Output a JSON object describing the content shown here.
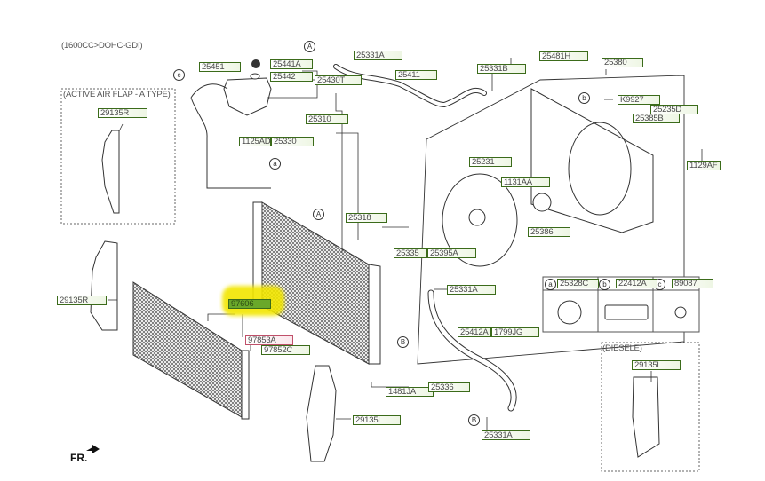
{
  "diagram": {
    "engine_note": "(1600CC>DOHC-GDI)",
    "groups": {
      "active_air_flap": "(ACTIVE AIR FLAP - A TYPE)",
      "diesel": "(DIESELE)",
      "fr_marker": "FR."
    },
    "highlight_color": "#f2e600",
    "label_border_color": "#3b6b1a",
    "labels": {
      "p25451": "25451",
      "p25441A": "25441A",
      "p25442": "25442",
      "p25430T": "25430T",
      "p25331A_top": "25331A",
      "p25411": "25411",
      "p25481H": "25481H",
      "p25331B": "25331B",
      "p25380": "25380",
      "pK9927": "K9927",
      "p25235D": "25235D",
      "p25385B": "25385B",
      "p1129AF": "1129AF",
      "p29135R_top": "29135R",
      "p1125AD": "1125AD",
      "p25330": "25330",
      "p25310": "25310",
      "p25231": "25231",
      "p1131AA": "1131AA",
      "p25318": "25318",
      "p25386": "25386",
      "p25335": "25335",
      "p25395A": "25395A",
      "p25331A_mid": "25331A",
      "p29135R_left": "29135R",
      "p97606": "97606",
      "p97853A": "97853A",
      "p97852C": "97852C",
      "p25412A": "25412A",
      "p1799JG": "1799JG",
      "p1481JA": "1481JA",
      "p25336": "25336",
      "p29135L": "29135L",
      "p25331A_bot": "25331A",
      "p29135L_diesel": "29135L",
      "p25328C": "25328C",
      "p22412A": "22412A",
      "p89087": "89087"
    },
    "callouts": {
      "A": "A",
      "B": "B",
      "a": "a",
      "b": "b",
      "c": "c"
    }
  }
}
